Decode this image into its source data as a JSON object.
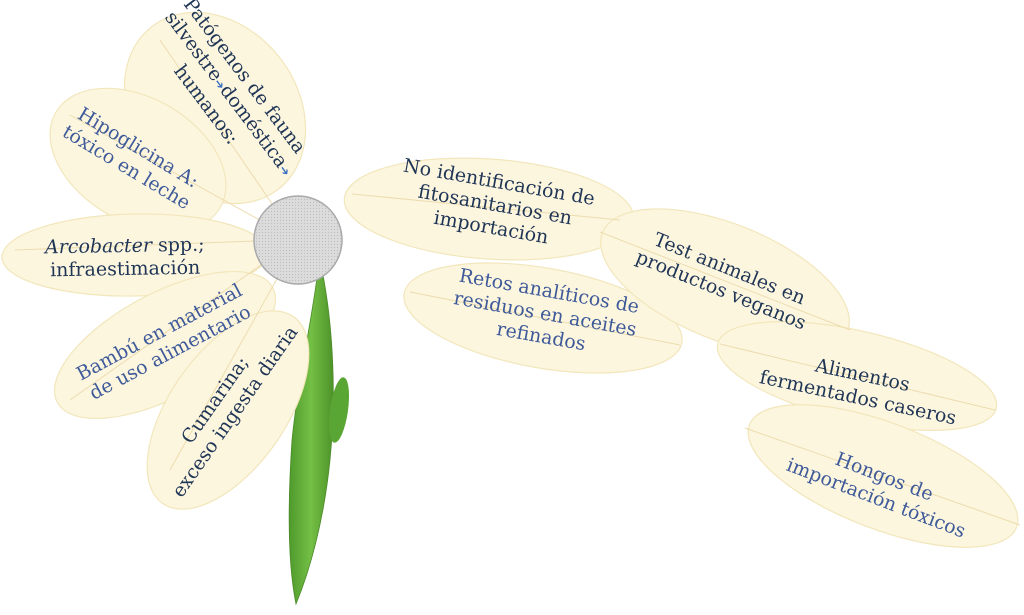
{
  "colors": {
    "petal_fill": "#fdf6df",
    "petal_stroke": "#f2e6bb",
    "stem": "#63ad3c",
    "center": "#d9d9d9",
    "text_dark": "#1f3556",
    "text_blue": "#3e5a99"
  },
  "flower_petals": {
    "patogenos_1": "Patógenos de fauna",
    "patogenos_2a": "silvestre",
    "patogenos_2b": "doméstica",
    "patogenos_3": "humanos:",
    "hipoglicina_1": "Hipoglicina A:",
    "hipoglicina_2": "tóxico en leche",
    "arcobacter_italic": "Arcobacter",
    "arcobacter_rest": " spp.;",
    "arcobacter_2": "infraestimación",
    "bambu_1": "Bambú en material",
    "bambu_2": "de uso alimentario",
    "cumarina_1": "Cumarina;",
    "cumarina_2": "exceso ingesta diaria"
  },
  "fallen_petals": {
    "fitosanitarios_1": "No identificación de",
    "fitosanitarios_2": "fitosanitarios en",
    "fitosanitarios_3": "importación",
    "retos_1": "Retos analíticos de",
    "retos_2": "residuos en aceites",
    "retos_3": "refinados",
    "test_1": "Test animales en",
    "test_2": "productos veganos",
    "alimentos_1": "Alimentos",
    "alimentos_2": "fermentados caseros",
    "hongos_1": "Hongos de",
    "hongos_2": "importación tóxicos"
  }
}
